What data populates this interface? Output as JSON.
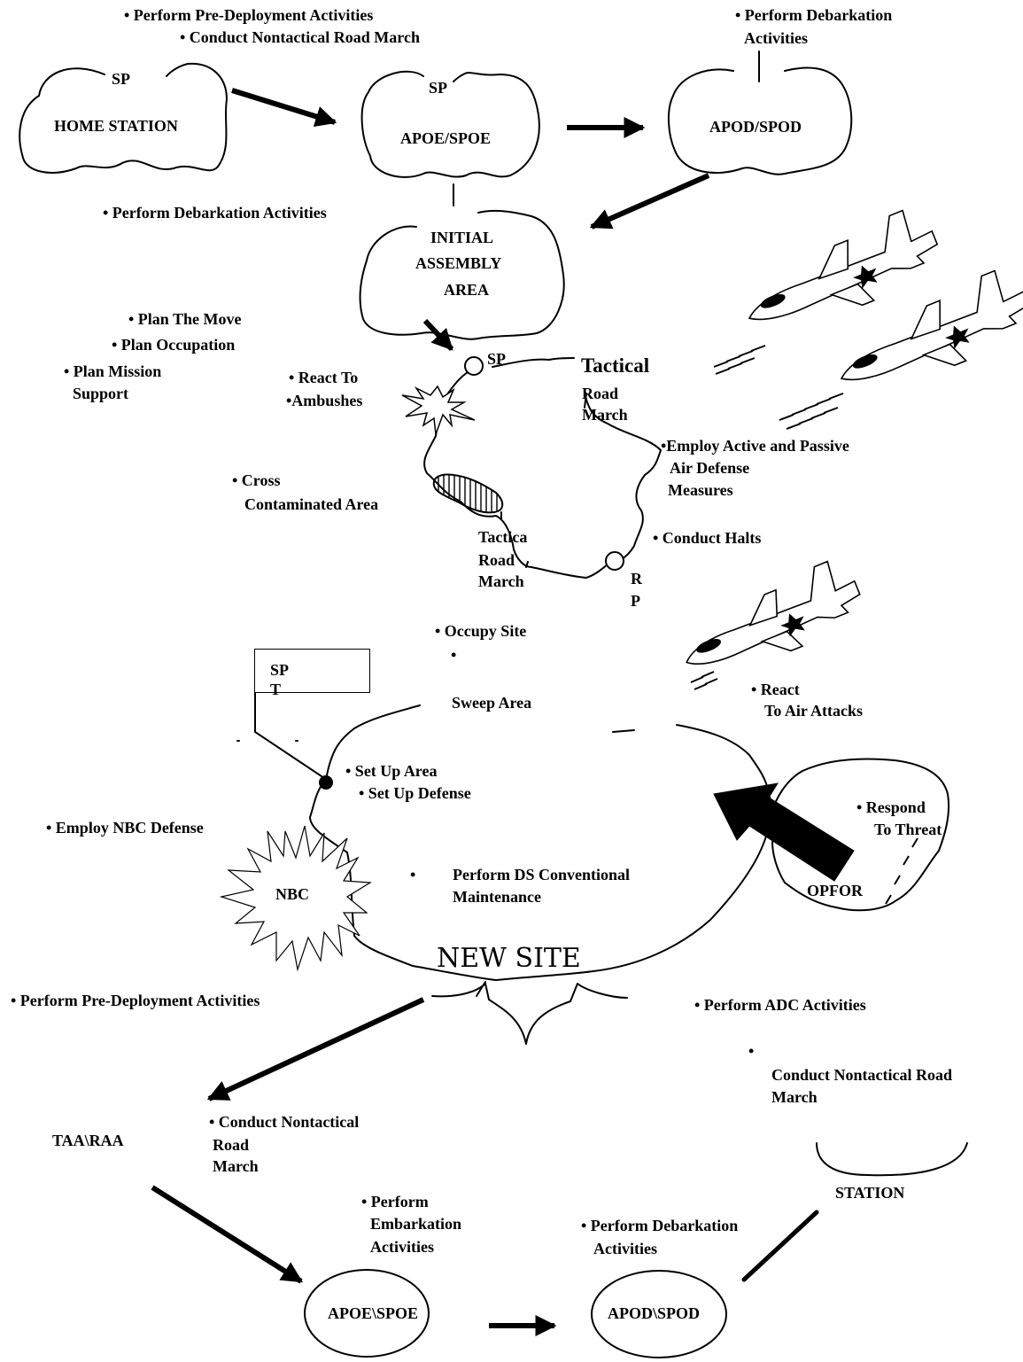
{
  "labels": {
    "home_pre_deploy": "• Perform Pre-Deployment Activities",
    "home_road_march": "• Conduct   Nontactical   Road March",
    "apod_debark_top": "• Perform Debarkation",
    "apod_debark_top2": "Activities",
    "sp_home": "SP",
    "home_station": "HOME STATION",
    "sp_apoe": "SP",
    "apoe_spoe": "APOE/SPOE",
    "apod_spod": "APOD/SPOD",
    "perform_debark": "• Perform Debarkation Activities",
    "initial_1": "INITIAL",
    "initial_2": "ASSEMBLY",
    "initial_3": "AREA",
    "plan_move": "• Plan The Move",
    "plan_occupation": "• Plan Occupation",
    "plan_mission_1": "• Plan Mission",
    "plan_mission_2": "Support",
    "react_to": "• React To",
    "ambushes": "•Ambushes",
    "sp_route": "SP",
    "tactical": "Tactical",
    "road_1": "Road",
    "march_1": "March",
    "employ_ad_1": "•Employ Active and Passive",
    "employ_ad_2": "Air Defense",
    "employ_ad_3": "Measures",
    "cross_1": "• Cross",
    "cross_2": "Contaminated Area",
    "tactica": "Tactica",
    "road_2": "Road",
    "march_2": "March",
    "conduct_halts": "• Conduct Halts",
    "rp_r": "R",
    "rp_p": "P",
    "occupy_site": "• Occupy Site",
    "occupy_bullet": "•",
    "sweep_area": "Sweep Area",
    "spt_1": "SP",
    "spt_2": "T",
    "react_air_1": "• React",
    "react_air_2": "To Air Attacks",
    "setup_area": "• Set Up Area",
    "setup_defense": "• Set Up Defense",
    "employ_nbc": "• Employ NBC Defense",
    "nbc": "NBC",
    "ds_bullet": "•",
    "ds_1": "Perform DS Conventional",
    "ds_2": "Maintenance",
    "respond_1": "• Respond",
    "respond_2": "To Threat",
    "opfor": "OPFOR",
    "new_site": "NEW SITE",
    "bottom_pre_deploy": "• Perform Pre-Deployment Activities",
    "adc": "• Perform ADC Activities",
    "adc_bullet": "•",
    "nontac_1": "Conduct Nontactical Road",
    "nontac_2": "March",
    "taa_raa": "TAA\\RAA",
    "nontac_b1": "• Conduct   Nontactical",
    "nontac_b2": "Road",
    "nontac_b3": "March",
    "station": "STATION",
    "embark_1": "• Perform",
    "embark_2": "Embarkation",
    "embark_3": "Activities",
    "debark_b1": "• Perform Debarkation",
    "debark_b2": "Activities",
    "apoe_spoe_b": "APOE\\SPOE",
    "apod_spod_b": "APOD\\SPOD"
  }
}
